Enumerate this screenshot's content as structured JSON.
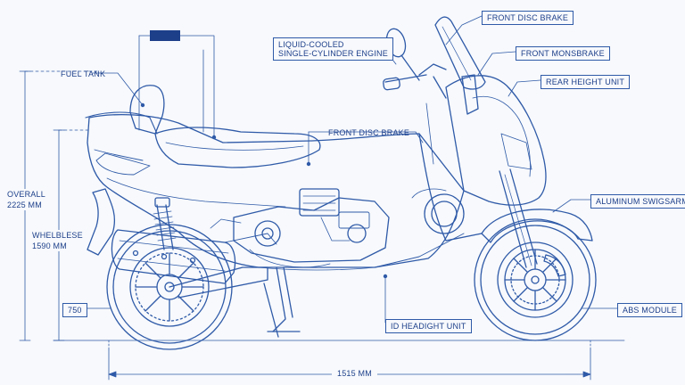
{
  "labels": {
    "fuel_tank": "FUEL TANK",
    "engine_line1": "LIQUID-COOLED",
    "engine_line2": "SINGLE-CYLINDER ENGINE",
    "front_disc_brake_top": "FRONT DISC BRAKE",
    "front_monsbrake": "FRONT MONSBRAKE",
    "rear_height_unit": "REAR HEIGHT UNIT",
    "front_disc_brake_mid": "FRONT DISC BRAKE",
    "aluminum_swingarm": "ALUMINUM SWIGSARM",
    "abs_module": "ABS MODULE",
    "height_unit": "ID HEADIGHT UNIT",
    "overall_line1": "OVERALL",
    "overall_line2": "2225 MM",
    "wheelbase_line1": "WHELBLESE",
    "wheelbase_line2": "1590 MM",
    "seat_height": "750",
    "bottom_dim": "1515 MM"
  },
  "colors": {
    "line": "#2f5aa8",
    "text": "#1d3f8a",
    "background": "#f7f9fc"
  }
}
